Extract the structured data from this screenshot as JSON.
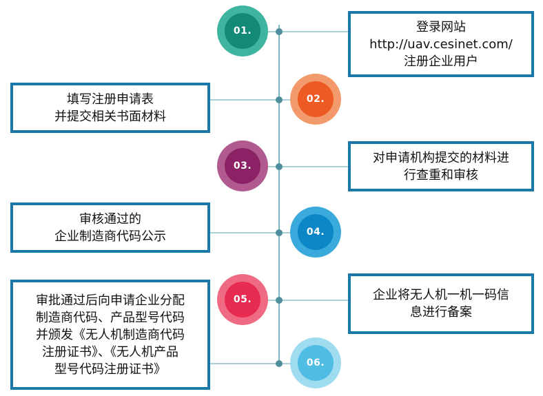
{
  "steps": [
    {
      "number": "01.",
      "color_outer": "#3fb5a0",
      "color_inner": "#138a76",
      "text": "登录网站\nhttp://uav.cesinet.com/\n注册企业用户"
    },
    {
      "number": "02.",
      "color_outer": "#f29a6b",
      "color_inner": "#ee5a24",
      "text": "填写注册申请表\n并提交相关书面材料"
    },
    {
      "number": "03.",
      "color_outer": "#b05a90",
      "color_inner": "#8c2166",
      "text": "对申请机构提交的材料进\n行查重和审核"
    },
    {
      "number": "04.",
      "color_outer": "#3aa9dc",
      "color_inner": "#0b86c6",
      "text": "审核通过的\n企业制造商代码公示"
    },
    {
      "number": "05.",
      "color_outer": "#ef6a83",
      "color_inner": "#e62a50",
      "text": "企业将无人机一机一码信\n息进行备案"
    },
    {
      "number": "06.",
      "color_outer": "#9fdcf0",
      "color_inner": "#4fbce3",
      "text": "审批通过后向申请企业分配\n制造商代码、产品型号代码\n并颁发《无人机制造商代码\n注册证书》、《无人机产品\n型号代码注册证书》"
    }
  ],
  "colors": {
    "box_border": "#1a79a8",
    "spine": "#7fb8c3",
    "connector": "#a9d0d7",
    "node": "#4e8f9b"
  }
}
